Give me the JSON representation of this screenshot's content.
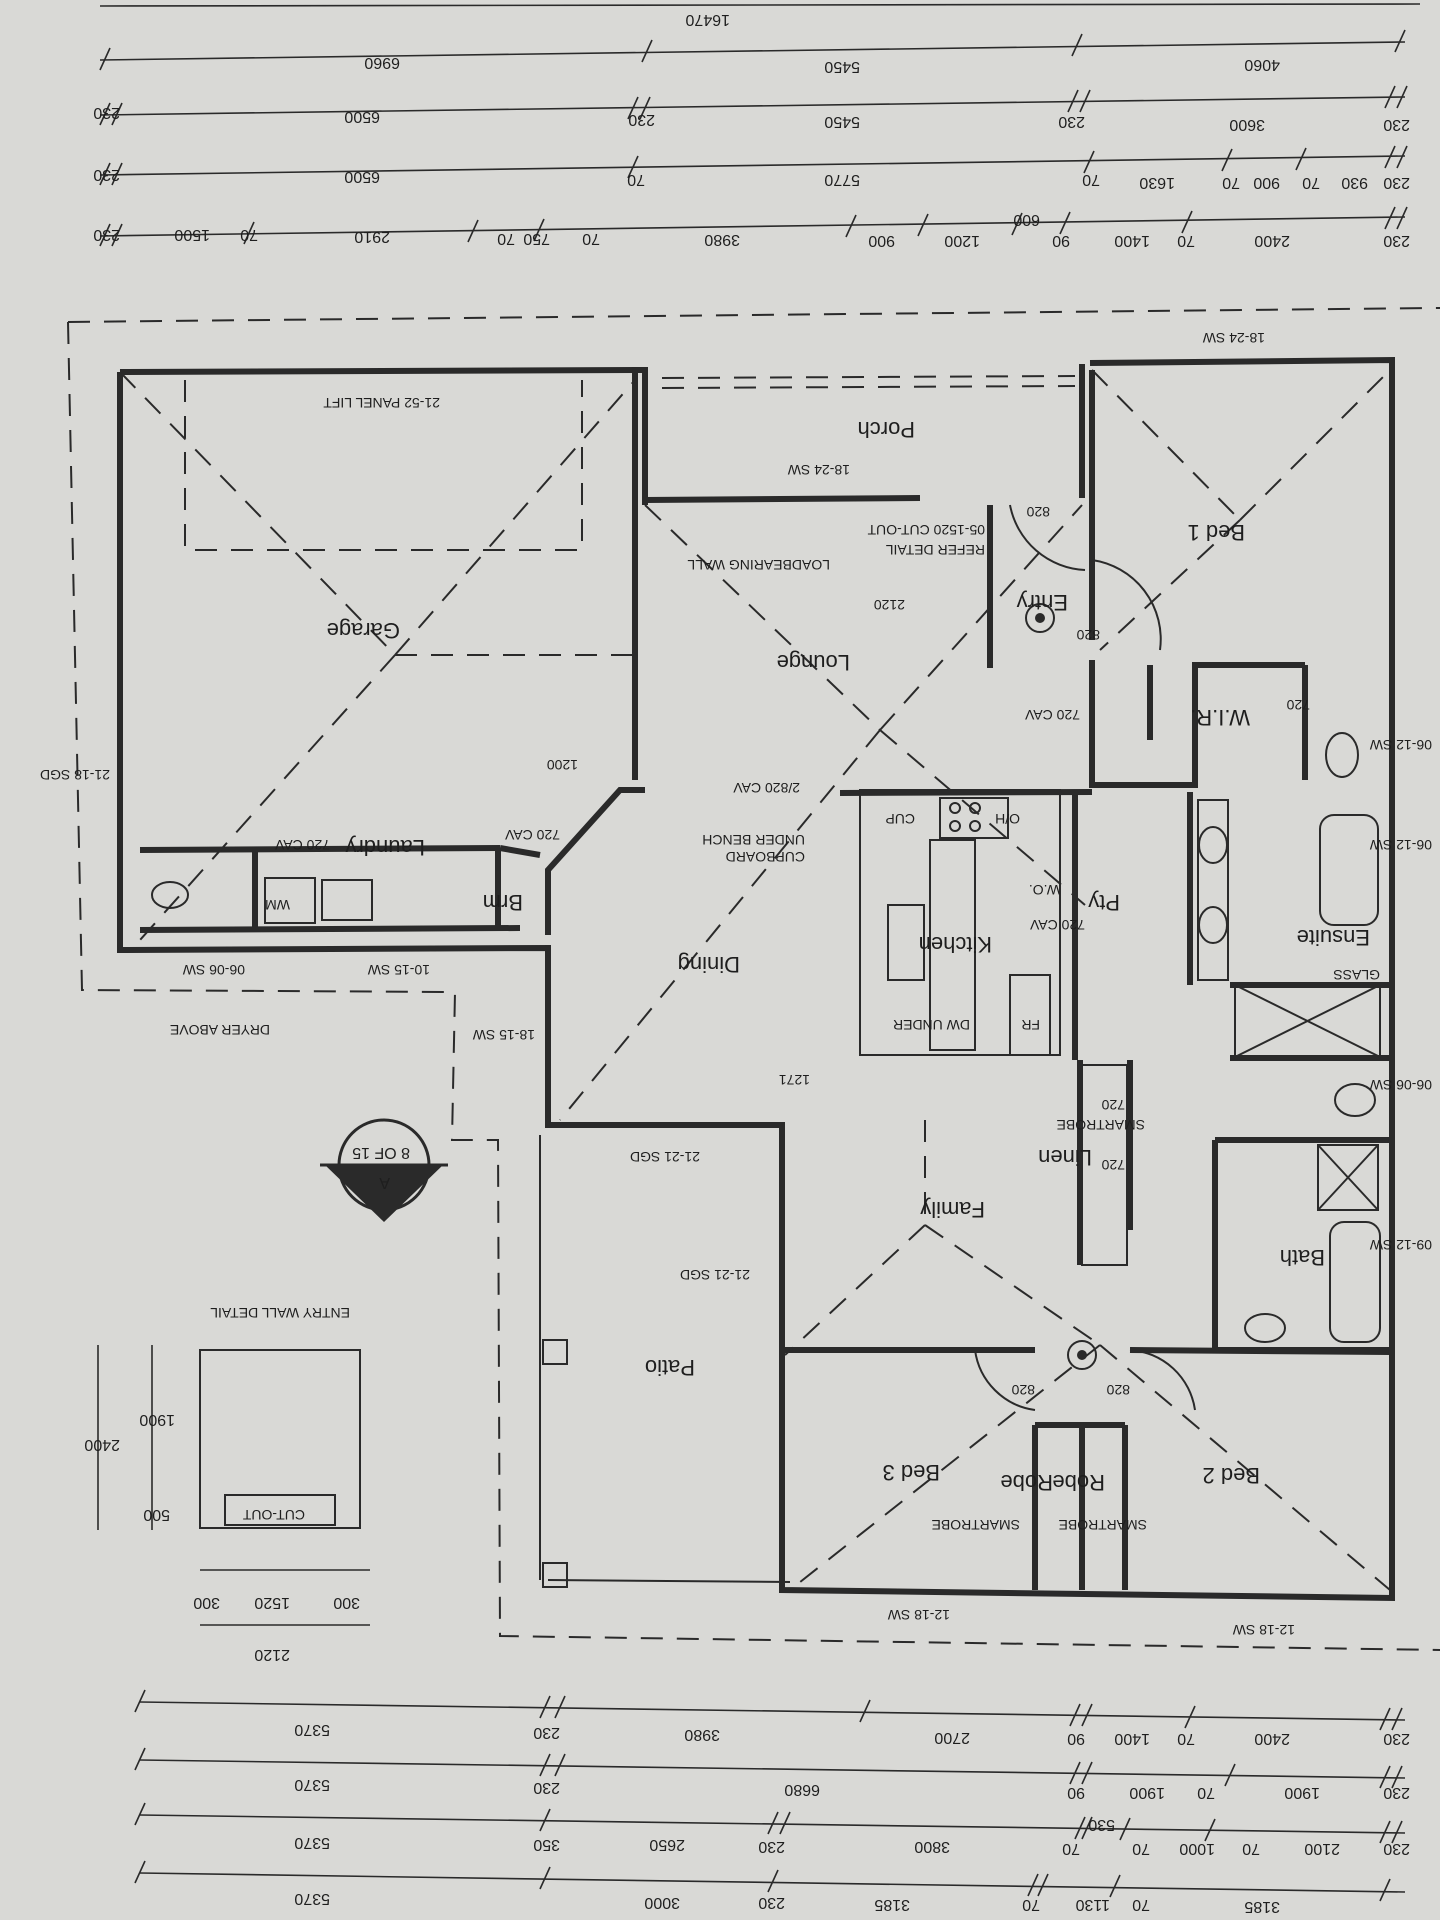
{
  "overall": {
    "total": "16470"
  },
  "top_dims": [
    [
      "6960",
      "5450",
      "4060"
    ],
    [
      "230",
      "6500",
      "230",
      "5450",
      "230",
      "3600",
      "230"
    ],
    [
      "230",
      "6500",
      "70",
      "5770",
      "70",
      "1630",
      "70",
      "900",
      "70",
      "930",
      "230"
    ],
    [
      "230",
      "1500",
      "70",
      "2910",
      "70",
      "750",
      "70",
      "3980",
      "900",
      "1200",
      "600",
      "90",
      "1400",
      "70",
      "2400",
      "230"
    ]
  ],
  "bottom_dims": [
    [
      "5370",
      "230",
      "3980",
      "2700",
      "90",
      "1400",
      "70",
      "2400",
      "230"
    ],
    [
      "5370",
      "230",
      "6680",
      "90",
      "1900",
      "70",
      "1900",
      "230"
    ],
    [
      "5370",
      "350",
      "2650",
      "230",
      "3800",
      "70",
      "530",
      "70",
      "1000",
      "70",
      "2100",
      "230"
    ],
    [
      "5370",
      "3000",
      "230",
      "3185",
      "70",
      "1130",
      "70",
      "3185"
    ]
  ],
  "rooms": {
    "garage": "Garage",
    "porch": "Porch",
    "lounge": "Lounge",
    "entry": "Entry",
    "bed1": "Bed 1",
    "wir": "W.I.R.",
    "ensuite": "Ensuite",
    "laundry": "Laundry",
    "dining": "Dining",
    "kitchen": "Kitchen",
    "pty": "Pty",
    "family": "Family",
    "linen": "Linen",
    "bath": "Bath",
    "patio": "Patio",
    "bed3": "Bed 3",
    "bed2": "Bed 2",
    "robe_left": "Robe",
    "robe_right": "Robe",
    "brm": "Brm"
  },
  "notes": {
    "panel_lift": "21-52 PANEL LIFT",
    "garage_sgd": "21-18 SGD",
    "porch_sw": "18-24 SW",
    "top_right_sw": "18-24 SW",
    "loadbearing": "LOADBEARING WALL",
    "cutout_1": "05-1520 CUT-OUT",
    "cutout_2": "REFER DETAIL",
    "d2120": "2120",
    "d820a": "820",
    "d820b": "820",
    "cav720a": "720 CAV",
    "cav720b": "720 CAV",
    "cav720c": "720 CAV",
    "cav720d": "720 CAV",
    "cav2820": "2/820 CAV",
    "d1200": "1200",
    "d720a": "720",
    "d720b": "720",
    "d720c": "720",
    "cup": "CUP",
    "oh": "O/H",
    "under_bench_1": "UNDER BENCH",
    "under_bench_2": "CUPBOARD",
    "wo": "W.O.",
    "fr": "FR",
    "dw_under": "DW UNDER",
    "wm": "WM",
    "glass": "GLASS",
    "sw_0612a": "06-12 SW",
    "sw_0612b": "06-12 SW",
    "sw_0606": "06-06 SW",
    "sw_0912": "09-12 SW",
    "sw_0606b": "06-06 SW",
    "sw_1015": "10-15 SW",
    "sw_1815": "18-15 SW",
    "dryer": "DRYER ABOVE",
    "d1271": "1271",
    "sgd_2121a": "21-21 SGD",
    "sgd_2121b": "21-21 SGD",
    "smartrobe_linen": "SMARTROBE",
    "smartrobe_l": "SMARTROBE",
    "smartrobe_r": "SMARTROBE",
    "d820c": "820",
    "d820d": "820",
    "sw_1218a": "12-18 SW",
    "sw_1218b": "12-18 SW"
  },
  "section_marker": {
    "sheet": "8 OF 15",
    "letter": "A"
  },
  "detail": {
    "title": "ENTRY WALL DETAIL",
    "cutout": "CUT-OUT",
    "h_total": "2400",
    "h_1900": "1900",
    "h_500": "500",
    "w_300a": "300",
    "w_1520": "1520",
    "w_300b": "300",
    "w_total": "2120"
  }
}
